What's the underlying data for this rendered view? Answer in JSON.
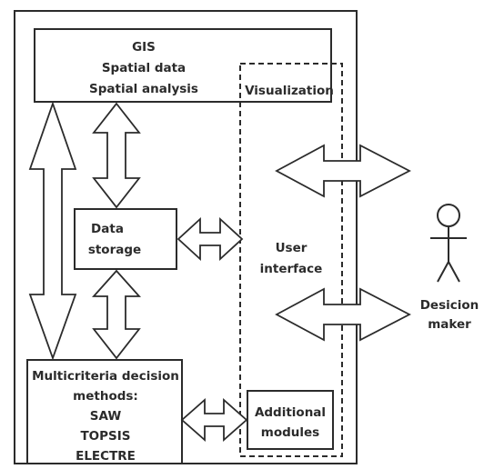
{
  "gis_box": {
    "lines": [
      "GIS",
      "Spatial data",
      "Spatial analysis"
    ]
  },
  "visualization": {
    "label": "Visualization"
  },
  "data_storage": {
    "lines": [
      "Data",
      "storage"
    ]
  },
  "user_interface": {
    "lines": [
      "User",
      "interface"
    ]
  },
  "mcdm_box": {
    "lines": [
      "Multicriteria decision",
      "methods:",
      "SAW",
      "TOPSIS",
      "ELECTRE"
    ]
  },
  "additional_modules": {
    "lines": [
      "Additional",
      "modules"
    ]
  },
  "decision_maker": {
    "lines": [
      "Desicion",
      "maker"
    ]
  },
  "colors": {
    "stroke": "#2b2b2b",
    "text": "#2b2b2b",
    "background": "#ffffff"
  }
}
